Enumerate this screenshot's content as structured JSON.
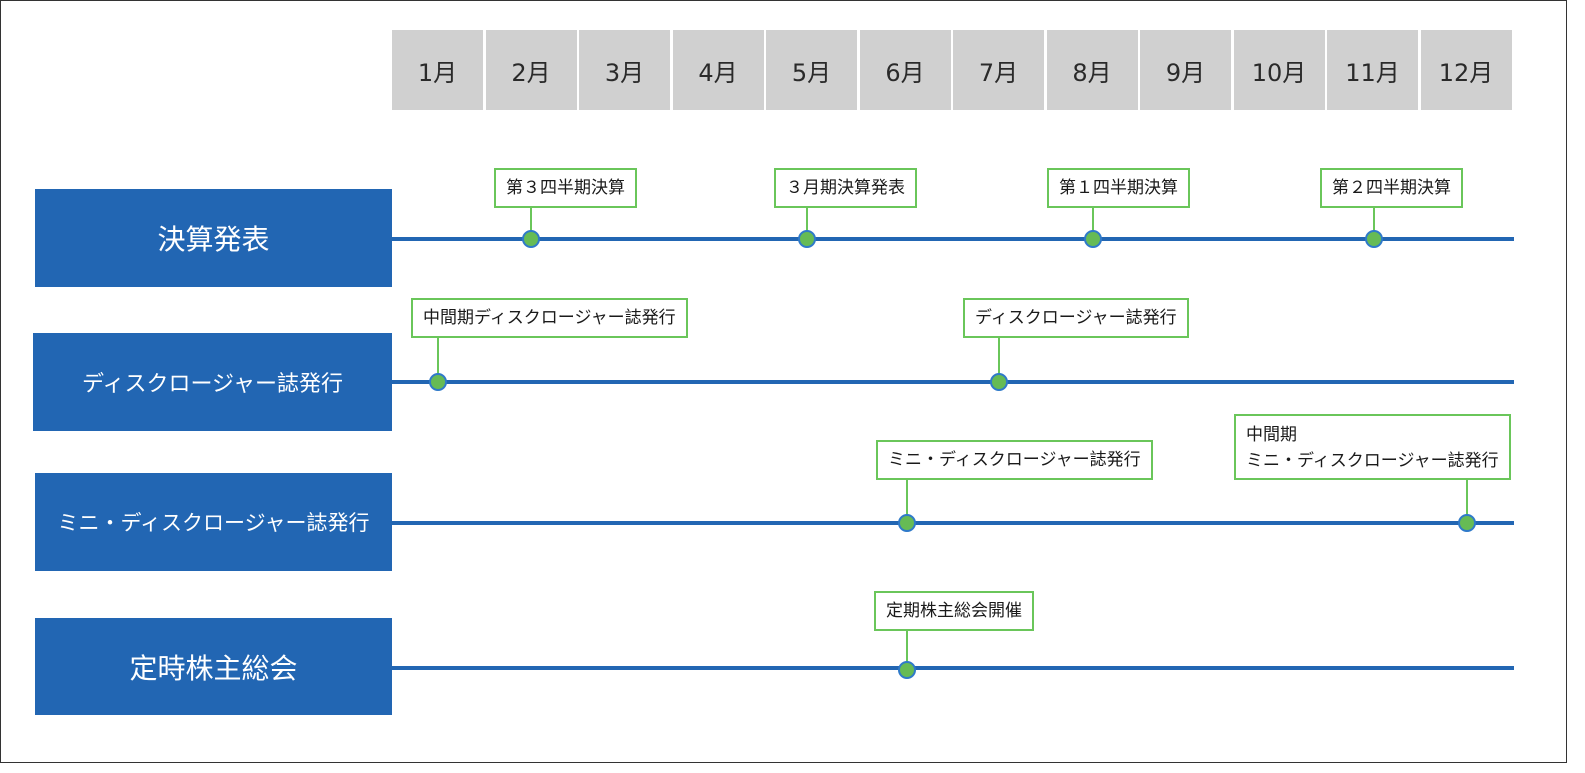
{
  "months": [
    "1月",
    "2月",
    "3月",
    "4月",
    "5月",
    "6月",
    "7月",
    "8月",
    "9月",
    "10月",
    "11月",
    "12月"
  ],
  "rows": [
    {
      "label": "決算発表",
      "events": [
        {
          "month": 2,
          "text": [
            "第３四半期決算"
          ]
        },
        {
          "month": 5,
          "text": [
            "３月期決算発表"
          ]
        },
        {
          "month": 8,
          "text": [
            "第１四半期決算"
          ]
        },
        {
          "month": 11,
          "text": [
            "第２四半期決算"
          ]
        }
      ]
    },
    {
      "label": "ディスクロージャー誌発行",
      "events": [
        {
          "month": 1,
          "text": [
            "中間期ディスクロージャー誌発行"
          ]
        },
        {
          "month": 7,
          "text": [
            "ディスクロージャー誌発行"
          ]
        }
      ]
    },
    {
      "label": "ミニ・ディスクロージャー誌発行",
      "events": [
        {
          "month": 6,
          "text": [
            "ミニ・ディスクロージャー誌発行"
          ]
        },
        {
          "month": 12,
          "text": [
            "中間期",
            "ミニ・ディスクロージャー誌発行"
          ]
        }
      ]
    },
    {
      "label": "定時株主総会",
      "events": [
        {
          "month": 6,
          "text": [
            "定期株主総会開催"
          ]
        }
      ]
    }
  ],
  "colors": {
    "row_label_bg": "#2266b3",
    "timeline": "#2266b3",
    "marker": "#66bb55",
    "event_border": "#6ac65a",
    "month_header_bg": "#d0d0d0"
  }
}
